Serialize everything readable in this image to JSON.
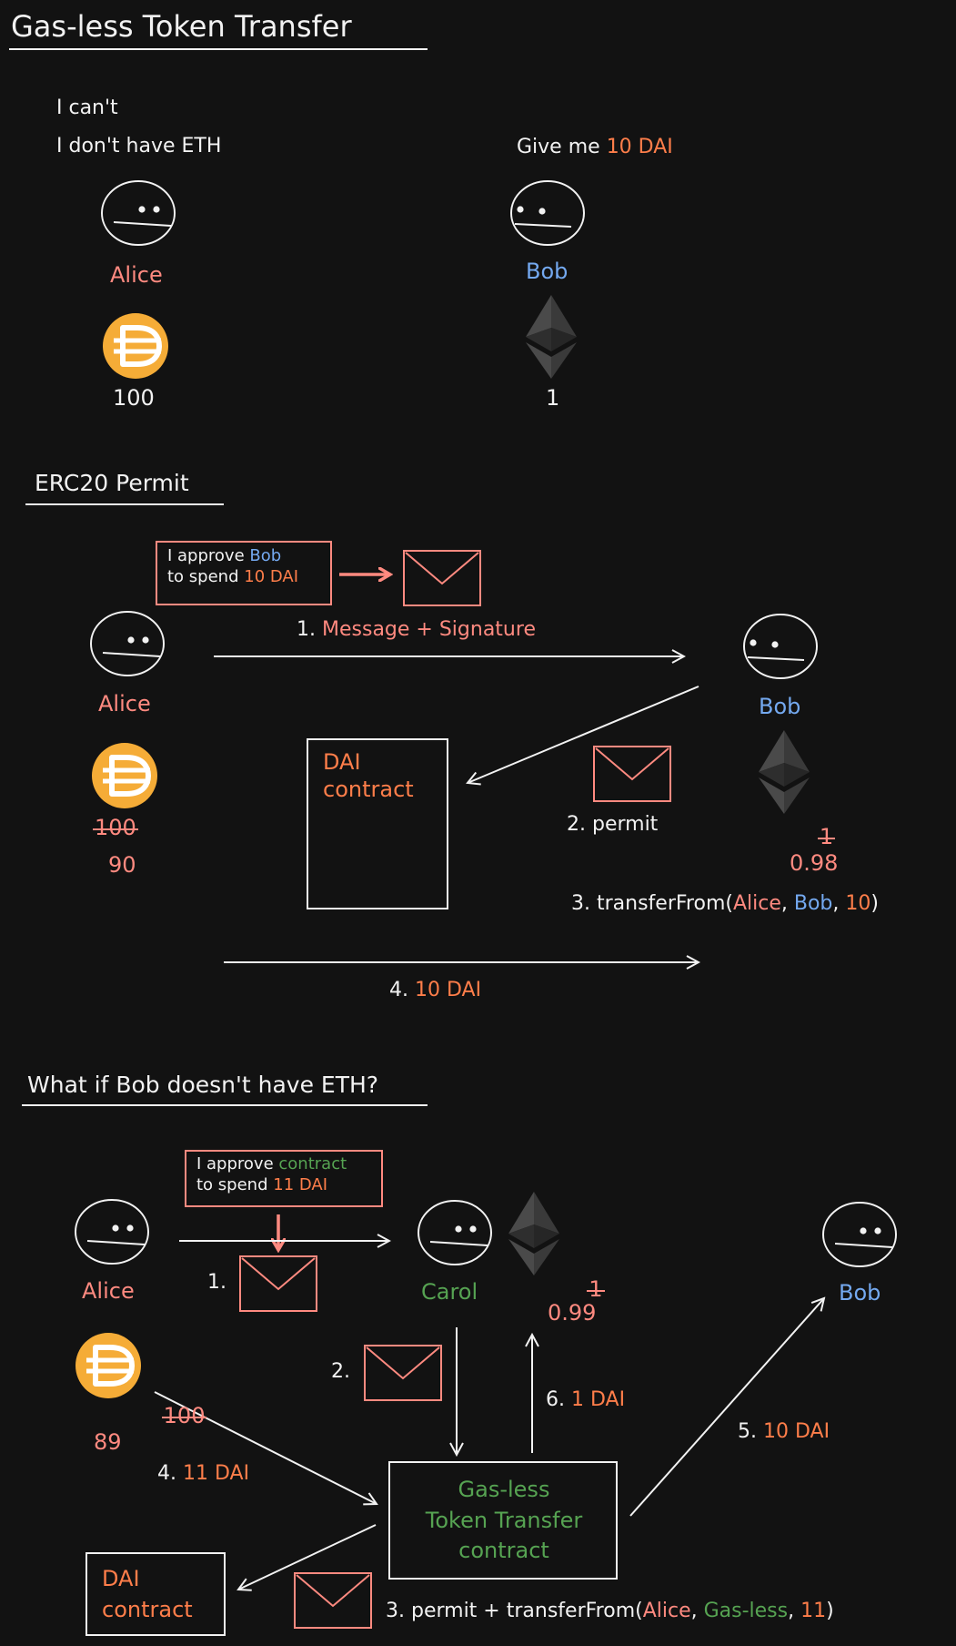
{
  "title": "Gas-less Token Transfer",
  "section1": {
    "alice_line1": "I can't",
    "alice_line2": "I don't have ETH",
    "bob_say_prefix": "Give me",
    "bob_say_amount": "10 DAI",
    "alice_name": "Alice",
    "bob_name": "Bob",
    "alice_balance": "100",
    "bob_balance": "1"
  },
  "section2": {
    "heading": "ERC20 Permit",
    "note_line1_prefix": "I approve",
    "note_line1_who": "Bob",
    "note_line2_prefix": "to spend",
    "note_line2_amount": "10 DAI",
    "step1_num": "1.",
    "step1_text": "Message + Signature",
    "alice_name": "Alice",
    "bob_name": "Bob",
    "contract_line1": "DAI",
    "contract_line2": "contract",
    "step2": "2. permit",
    "alice_old_balance": "100",
    "alice_new_balance": "90",
    "bob_old_balance": "1",
    "bob_new_balance": "0.98",
    "step3_prefix": "3. transferFrom(",
    "step3_alice": "Alice",
    "step3_sep1": ", ",
    "step3_bob": "Bob",
    "step3_sep2": ", ",
    "step3_amount": "10",
    "step3_suffix": ")",
    "step4_num": "4.",
    "step4_amount": "10 DAI"
  },
  "section3": {
    "heading": "What if Bob doesn't have ETH?",
    "note_line1_prefix": "I approve",
    "note_line1_who": "contract",
    "note_line2_prefix": "to spend",
    "note_line2_amount": "11 DAI",
    "alice_name": "Alice",
    "carol_name": "Carol",
    "bob_name": "Bob",
    "step1_num": "1.",
    "step2_num": "2.",
    "carol_old_balance": "1",
    "carol_new_balance": "0.99",
    "alice_old_balance": "100",
    "alice_new_balance": "89",
    "step4_num": "4.",
    "step4_amount": "11 DAI",
    "step6_num": "6.",
    "step6_amount": "1 DAI",
    "step5_num": "5.",
    "step5_amount": "10 DAI",
    "gasless_line1": "Gas-less",
    "gasless_line2": "Token Transfer",
    "gasless_line3": "contract",
    "dai_line1": "DAI",
    "dai_line2": "contract",
    "step3_prefix": "3. permit + transferFrom(",
    "step3_alice": "Alice",
    "step3_sep1": ", ",
    "step3_gasless": "Gas-less",
    "step3_sep2": ", ",
    "step3_amount": "11",
    "step3_suffix": ")"
  },
  "colors": {
    "background": "#121212",
    "text": "#f2f2f2",
    "dai_amount": "#ff7e4a",
    "alice": "#ff8a80",
    "bob": "#74a9f0",
    "carol": "#56a352",
    "dai_coin": "#f5ac37",
    "eth_icon": "#5a5a5a"
  }
}
